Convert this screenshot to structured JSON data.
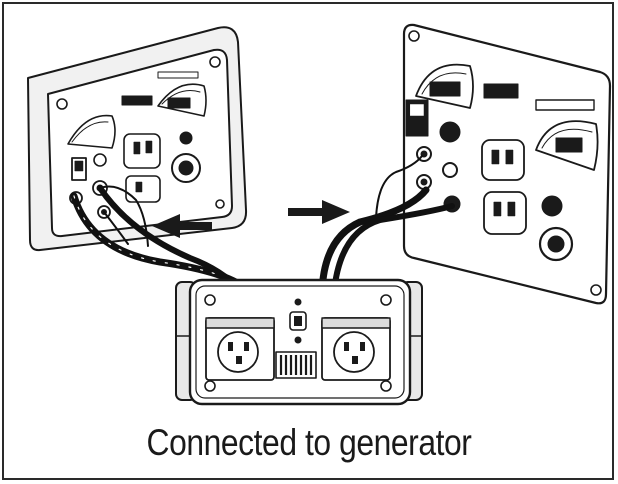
{
  "caption": "Connected to generator",
  "colors": {
    "line": "#1a1a1a",
    "panel_fill": "#ffffff",
    "shade": "#cfcfcf",
    "cable": "#111111",
    "background": "#ffffff"
  },
  "icons": {
    "left_panel": "generator-control-panel",
    "right_panel": "generator-control-panel",
    "center_device": "parallel-kit-box",
    "arrows": "direction-arrow",
    "outlets": "ac-outlet"
  }
}
